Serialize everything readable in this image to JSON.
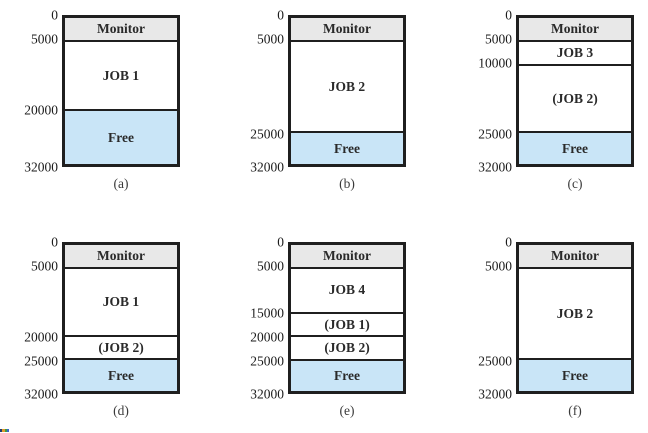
{
  "colors": {
    "monitor_bg": "#e8e8e8",
    "job_bg": "#ffffff",
    "free_bg": "#c9e5f7",
    "border": "#1f1f1f",
    "artifact_pixels": [
      "#20386e",
      "#e09b2d",
      "#3f9b43",
      "#3a66c8"
    ]
  },
  "diagrams": [
    {
      "caption": "(a)",
      "total": 32000,
      "ticks": [
        0,
        5000,
        20000,
        32000
      ],
      "sections": [
        {
          "label": "Monitor",
          "start": 0,
          "end": 5000,
          "type": "monitor"
        },
        {
          "label": "JOB 1",
          "start": 5000,
          "end": 20000,
          "type": "job"
        },
        {
          "label": "Free",
          "start": 20000,
          "end": 32000,
          "type": "free"
        }
      ]
    },
    {
      "caption": "(b)",
      "total": 32000,
      "ticks": [
        0,
        5000,
        25000,
        32000
      ],
      "sections": [
        {
          "label": "Monitor",
          "start": 0,
          "end": 5000,
          "type": "monitor"
        },
        {
          "label": "JOB 2",
          "start": 5000,
          "end": 25000,
          "type": "job"
        },
        {
          "label": "Free",
          "start": 25000,
          "end": 32000,
          "type": "free"
        }
      ]
    },
    {
      "caption": "(c)",
      "total": 32000,
      "ticks": [
        0,
        5000,
        10000,
        25000,
        32000
      ],
      "sections": [
        {
          "label": "Monitor",
          "start": 0,
          "end": 5000,
          "type": "monitor"
        },
        {
          "label": "JOB 3",
          "start": 5000,
          "end": 10000,
          "type": "job"
        },
        {
          "label": "(JOB 2)",
          "start": 10000,
          "end": 25000,
          "type": "job"
        },
        {
          "label": "Free",
          "start": 25000,
          "end": 32000,
          "type": "free"
        }
      ]
    },
    {
      "caption": "(d)",
      "total": 32000,
      "ticks": [
        0,
        5000,
        20000,
        25000,
        32000
      ],
      "sections": [
        {
          "label": "Monitor",
          "start": 0,
          "end": 5000,
          "type": "monitor"
        },
        {
          "label": "JOB 1",
          "start": 5000,
          "end": 20000,
          "type": "job"
        },
        {
          "label": "(JOB 2)",
          "start": 20000,
          "end": 25000,
          "type": "job"
        },
        {
          "label": "Free",
          "start": 25000,
          "end": 32000,
          "type": "free"
        }
      ]
    },
    {
      "caption": "(e)",
      "total": 32000,
      "ticks": [
        0,
        5000,
        15000,
        20000,
        25000,
        32000
      ],
      "sections": [
        {
          "label": "Monitor",
          "start": 0,
          "end": 5000,
          "type": "monitor"
        },
        {
          "label": "JOB 4",
          "start": 5000,
          "end": 15000,
          "type": "job"
        },
        {
          "label": "(JOB 1)",
          "start": 15000,
          "end": 20000,
          "type": "job"
        },
        {
          "label": "(JOB 2)",
          "start": 20000,
          "end": 25000,
          "type": "job"
        },
        {
          "label": "Free",
          "start": 25000,
          "end": 32000,
          "type": "free"
        }
      ]
    },
    {
      "caption": "(f)",
      "total": 32000,
      "ticks": [
        0,
        5000,
        25000,
        32000
      ],
      "sections": [
        {
          "label": "Monitor",
          "start": 0,
          "end": 5000,
          "type": "monitor"
        },
        {
          "label": "JOB 2",
          "start": 5000,
          "end": 25000,
          "type": "job"
        },
        {
          "label": "Free",
          "start": 25000,
          "end": 32000,
          "type": "free"
        }
      ]
    }
  ]
}
